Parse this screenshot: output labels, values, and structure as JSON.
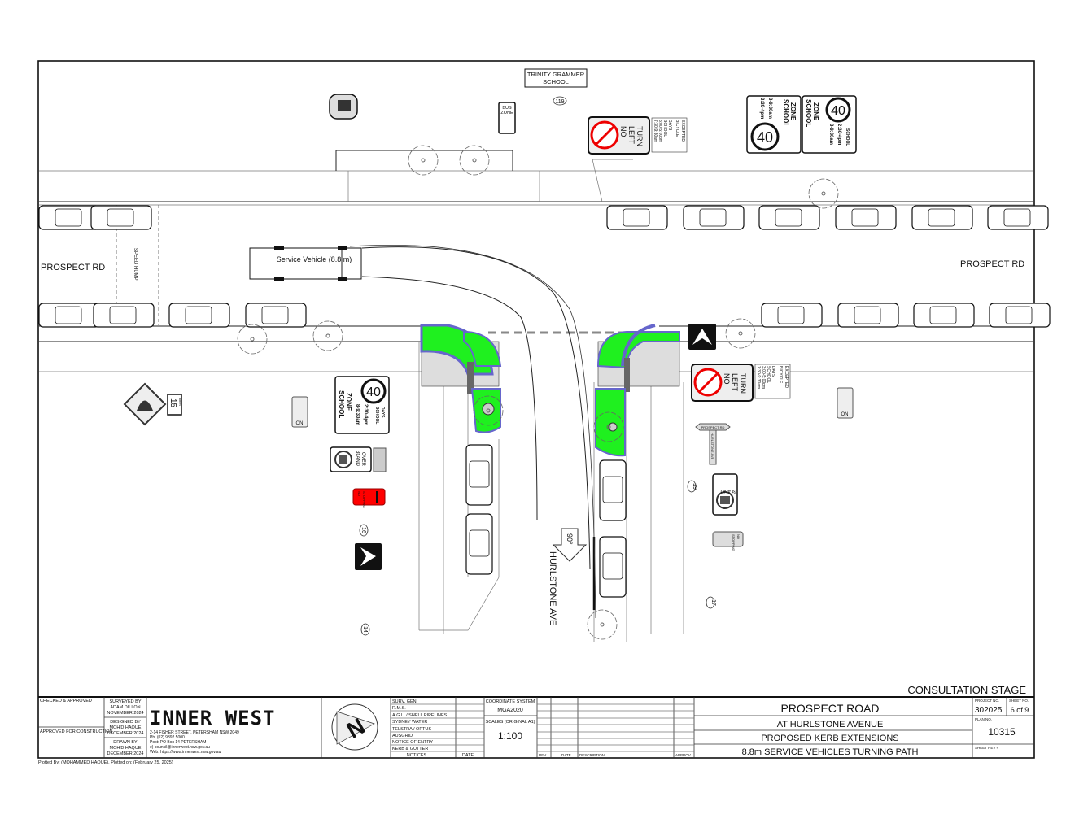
{
  "drawing": {
    "school_label": [
      "TRINITY GRAMMER",
      "SCHOOL"
    ],
    "road_left": "PROSPECT RD",
    "road_right": "PROSPECT RD",
    "side_street": "HURLSTONE AVE",
    "vehicle_label": "Service Vehicle (8.8 m)",
    "speed_hump": "SPEED HUMP",
    "angle_label": "90°",
    "callouts": [
      "119",
      "16",
      "14",
      "19",
      "17"
    ],
    "stage": "CONSULTATION STAGE"
  },
  "signs": {
    "no_left_turn": [
      "NO",
      "LEFT",
      "TURN"
    ],
    "nlt_times": [
      "7:30-9:30am",
      "3:00-5:00pm",
      "SCHOOL",
      "DAYS"
    ],
    "bicycle_excepted": [
      "BICYCLE",
      "EXCEPTED"
    ],
    "school_zone": [
      "SCHOOL",
      "ZONE"
    ],
    "speed_limit": "40",
    "school_times": [
      "8-9:30am",
      "2:30-4pm"
    ],
    "school_days": [
      "SCHOOL",
      "DAYS"
    ],
    "bus_zone": [
      "BUS",
      "ZONE"
    ],
    "hump_speed": "15",
    "hump_unit": "km/h",
    "truck_limit": [
      "3t AND",
      "OVER"
    ],
    "no_stopping": [
      "NO",
      "STOPPING"
    ],
    "parking_on": "ON",
    "street_sign_main": "PROSPECT RD",
    "street_sign_side": "HURLSTONE AVE"
  },
  "title_block": {
    "checked": "CHECKED & APPROVED",
    "approved": "APPROVED FOR CONSTRUCTION",
    "surveyed": [
      "SURVEYED BY",
      "ADAM DILLON",
      "NOVEMBER 2024"
    ],
    "designed": [
      "DESIGNED BY",
      "MOH'D HAQUE",
      "DECEMBER 2024"
    ],
    "drawn": [
      "DRAWN BY",
      "MOH'D HAQUE",
      "DECEMBER 2024"
    ],
    "logo": "INNER WEST",
    "address": [
      "2-14 FISHER STREET, PETERSHAM NSW 2049",
      "Ph.     (02) 9392 5000",
      "Post:   PO Box 14 PETERSHAM",
      "e)      council@innerwest.nsw.gov.au",
      "Web:    https://www.innerwest.nsw.gov.au"
    ],
    "north": "N",
    "notices": [
      "SURV. GEN.",
      "R.M.S.",
      "A.G.L. / SHELL PIPELINES",
      "SYDNEY WATER",
      "TELSTRA / OPTUS",
      "AUSGRID",
      "NOTICE OF ENTRY",
      "KERB & GUTTER"
    ],
    "notices_header": "NOTICES",
    "date_header": "DATE",
    "coord_label": "COORDINATE SYSTEM",
    "coord_value": "MGA2020",
    "scale_label": "SCALES (ORIGINAL A1)",
    "scale_value": "1:100",
    "rev_headers": [
      "REV.",
      "DATE",
      "DESCRIPTION",
      "APPROV."
    ],
    "title": [
      "PROSPECT ROAD",
      "AT HURLSTONE AVENUE",
      "PROPOSED KERB EXTENSIONS",
      "8.8m SERVICE VEHICLES TURNING PATH"
    ],
    "project_no_label": "PROJECT NO.",
    "project_no": "302025",
    "sheet_no_label": "SHEET NO.",
    "sheet_no": "6 of 9",
    "plan_no_label": "PLAN NO.",
    "plan_no": "10315",
    "sheet_rev_label": "SHEET REV #",
    "plotted": "Plotted By: (MOHAMMED HAQUE),  Plotted on: (February 25, 2025)"
  }
}
